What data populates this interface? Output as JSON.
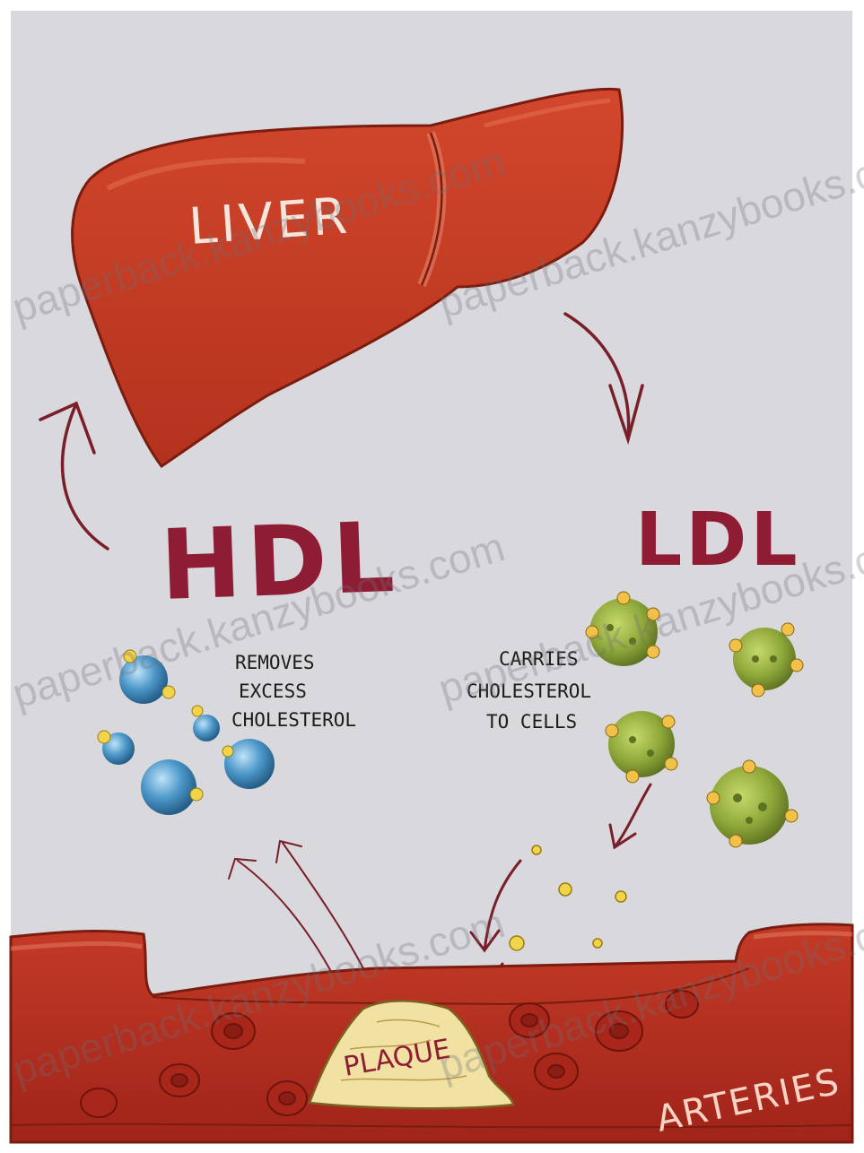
{
  "labels": {
    "liver": "LIVER",
    "hdl": "HDL",
    "ldl": "LDL",
    "hdl_note": [
      "REMOVES",
      "EXCESS",
      "CHOLESTEROL"
    ],
    "ldl_note": [
      "CARRIES",
      "CHOLESTEROL",
      "TO CELLS"
    ],
    "plaque": "PLAQUE",
    "arteries": "ARTERIES"
  },
  "watermark": "paperback.kanzybooks.com",
  "colors": {
    "background": "#d8d8dd",
    "liver": "#c23b22",
    "liver_dark": "#9e2a18",
    "artery": "#b72e1f",
    "artery_dark": "#8f1e14",
    "label_dark_red": "#8e1d33",
    "hdl_particle": "#4c97c9",
    "ldl_particle": "#8fa83a",
    "plaque": "#f1e2a4",
    "arrow": "#7a1e2a"
  }
}
